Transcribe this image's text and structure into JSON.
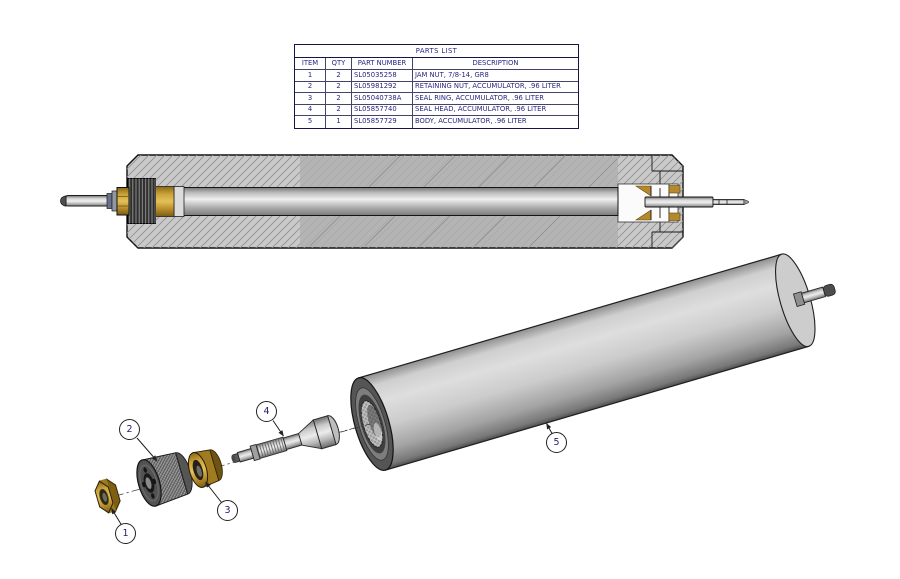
{
  "parts_list": {
    "title": "PARTS LIST",
    "columns": [
      "ITEM",
      "QTY",
      "PART NUMBER",
      "DESCRIPTION"
    ],
    "rows": [
      {
        "item": "1",
        "qty": "2",
        "part_number": "SL05035258",
        "description": "JAM NUT, 7/8-14, GR8"
      },
      {
        "item": "2",
        "qty": "2",
        "part_number": "SL05981292",
        "description": "RETAINING NUT, ACCUMULATOR, .96 LITER"
      },
      {
        "item": "3",
        "qty": "2",
        "part_number": "SL05040738A",
        "description": "SEAL RING, ACCUMULATOR, .96 LITER"
      },
      {
        "item": "4",
        "qty": "2",
        "part_number": "SL05857740",
        "description": "SEAL HEAD, ACCUMULATOR, .96 LITER"
      },
      {
        "item": "5",
        "qty": "1",
        "part_number": "SL05857729",
        "description": "BODY, ACCUMULATOR, .96 LITER"
      }
    ]
  },
  "balloons": [
    {
      "label": "1"
    },
    {
      "label": "2"
    },
    {
      "label": "3"
    },
    {
      "label": "4"
    },
    {
      "label": "5"
    }
  ],
  "colors": {
    "table_text": "#26267e",
    "brass": "#c09a38",
    "steel_light": "#d9d9d9",
    "steel_dark": "#5a5a5a",
    "line": "#1a1a1a",
    "background": "#ffffff"
  }
}
